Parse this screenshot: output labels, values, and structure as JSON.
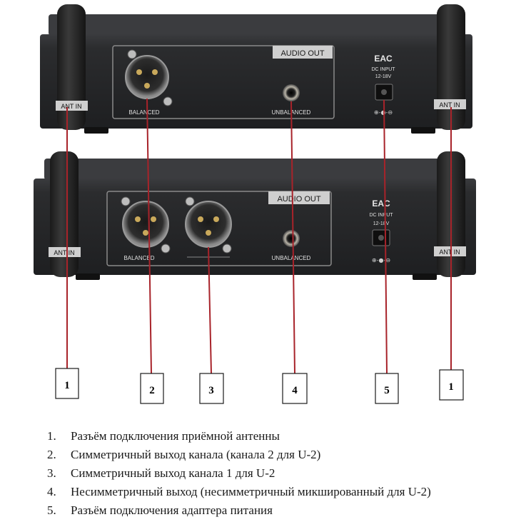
{
  "top_unit": {
    "panel_label": "AUDIO OUT",
    "xlr_label": "BALANCED",
    "jack_label": "UNBALANCED",
    "cert_mark": "EAC",
    "dc_label": "DC INPUT",
    "dc_voltage": "12-18V",
    "polarity": "⊕-●-⊖",
    "antenna_left": "ANT IN",
    "antenna_right": "ANT IN"
  },
  "bottom_unit": {
    "panel_label": "AUDIO OUT",
    "xlr1_label": "BALANCED",
    "jack_label": "UNBALANCED",
    "cert_mark": "EAC",
    "dc_label": "DC INPUT",
    "dc_voltage": "12-18V",
    "polarity": "⊕-●-⊖",
    "antenna_left": "ANT IN",
    "antenna_right": "ANT IN"
  },
  "callouts": [
    "1",
    "2",
    "3",
    "4",
    "5",
    "1"
  ],
  "legend": [
    {
      "num": "1.",
      "text": "Разъём подключения приёмной антенны"
    },
    {
      "num": "2.",
      "text": "Симметричный выход канала (канала 2 для U-2)"
    },
    {
      "num": "3.",
      "text": "Симметричный выход канала 1 для U-2"
    },
    {
      "num": "4.",
      "text": "Несимметричный выход (несимметричный микшированный для U-2)"
    },
    {
      "num": "5.",
      "text": "Разъём подключения адаптера питания"
    }
  ],
  "colors": {
    "leader_line": "#a8232a",
    "chassis": "#2a2b2d",
    "panel_border": "#8a8a8a",
    "label_box": "#d0d0d0"
  }
}
